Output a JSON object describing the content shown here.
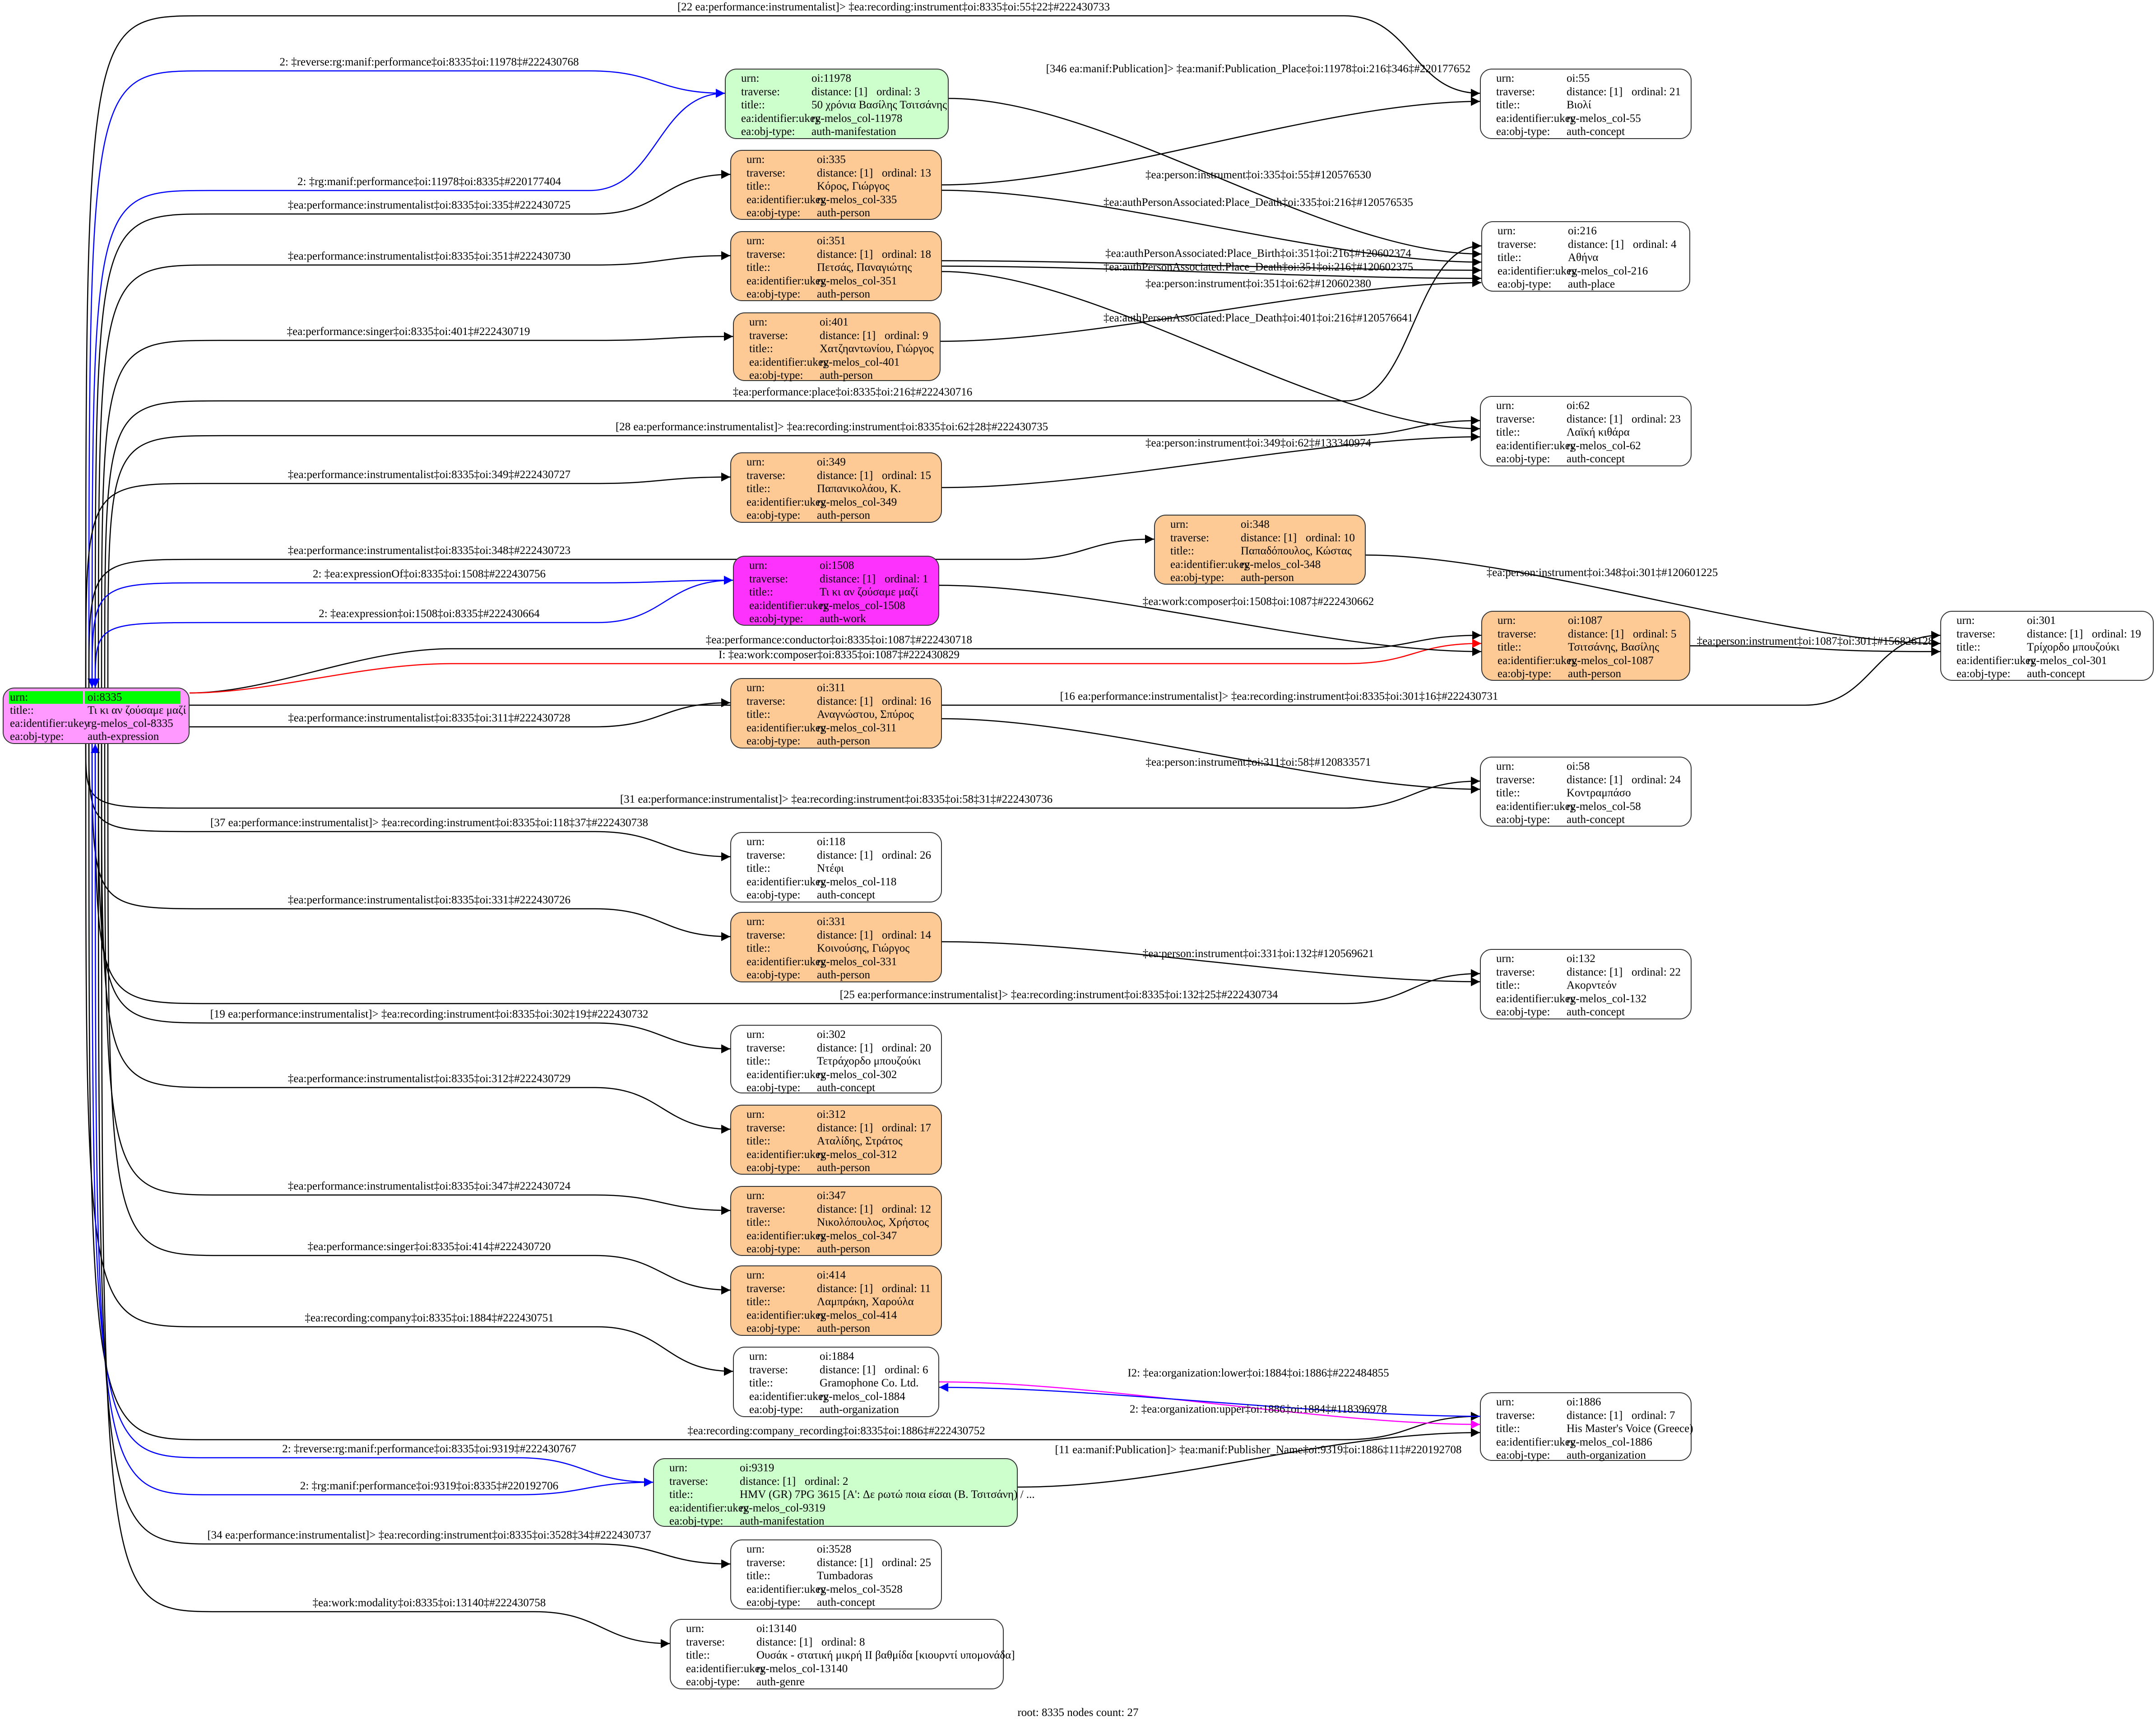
{
  "colors": {
    "person": "#fdca96",
    "manifestation": "#ccffcc",
    "work": "#fd33fd",
    "expression": "#ff99ff",
    "plain": "#ffffff",
    "root_urn_highlight": "#00ff00",
    "edge_black": "#000000",
    "edge_blue": "#0000ff",
    "edge_red": "#ff0000",
    "edge_magenta": "#ff00ff"
  },
  "field_labels": {
    "urn": "urn:",
    "traverse": "traverse:",
    "title": "title::",
    "ukey": "ea:identifier:ukey",
    "objtype": "ea:obj-type:"
  },
  "nodes": [
    {
      "id": "8335",
      "root": true,
      "kind": "expression",
      "urn": "oi:8335",
      "title": "Τι κι αν ζούσαμε μαζί",
      "ukey": "rg-melos_col-8335",
      "objtype": "auth-expression"
    },
    {
      "id": "11978",
      "kind": "manifestation",
      "urn": "oi:11978",
      "distance": "distance: [1]",
      "ordinal": "ordinal: 3",
      "title": "50 χρόνια Βασίλης Τσιτσάνης",
      "ukey": "rg-melos_col-11978",
      "objtype": "auth-manifestation"
    },
    {
      "id": "335",
      "kind": "person",
      "urn": "oi:335",
      "distance": "distance: [1]",
      "ordinal": "ordinal: 13",
      "title": "Κόρος, Γιώργος",
      "ukey": "rg-melos_col-335",
      "objtype": "auth-person"
    },
    {
      "id": "351",
      "kind": "person",
      "urn": "oi:351",
      "distance": "distance: [1]",
      "ordinal": "ordinal: 18",
      "title": "Πετσάς, Παναγιώτης",
      "ukey": "rg-melos_col-351",
      "objtype": "auth-person"
    },
    {
      "id": "401",
      "kind": "person",
      "urn": "oi:401",
      "distance": "distance: [1]",
      "ordinal": "ordinal: 9",
      "title": "Χατζηαντωνίου, Γιώργος",
      "ukey": "rg-melos_col-401",
      "objtype": "auth-person"
    },
    {
      "id": "349",
      "kind": "person",
      "urn": "oi:349",
      "distance": "distance: [1]",
      "ordinal": "ordinal: 15",
      "title": "Παπανικολάου, Κ.",
      "ukey": "rg-melos_col-349",
      "objtype": "auth-person"
    },
    {
      "id": "348",
      "kind": "person",
      "urn": "oi:348",
      "distance": "distance: [1]",
      "ordinal": "ordinal: 10",
      "title": "Παπαδόπουλος, Κώστας",
      "ukey": "rg-melos_col-348",
      "objtype": "auth-person"
    },
    {
      "id": "1508",
      "kind": "work",
      "urn": "oi:1508",
      "distance": "distance: [1]",
      "ordinal": "ordinal: 1",
      "title": "Τι κι αν ζούσαμε μαζί",
      "ukey": "rg-melos_col-1508",
      "objtype": "auth-work"
    },
    {
      "id": "311",
      "kind": "person",
      "urn": "oi:311",
      "distance": "distance: [1]",
      "ordinal": "ordinal: 16",
      "title": "Αναγνώστου, Σπύρος",
      "ukey": "rg-melos_col-311",
      "objtype": "auth-person"
    },
    {
      "id": "118",
      "kind": "plain",
      "urn": "oi:118",
      "distance": "distance: [1]",
      "ordinal": "ordinal: 26",
      "title": "Ντέφι",
      "ukey": "rg-melos_col-118",
      "objtype": "auth-concept"
    },
    {
      "id": "331",
      "kind": "person",
      "urn": "oi:331",
      "distance": "distance: [1]",
      "ordinal": "ordinal: 14",
      "title": "Κοινούσης, Γιώργος",
      "ukey": "rg-melos_col-331",
      "objtype": "auth-person"
    },
    {
      "id": "302",
      "kind": "plain",
      "urn": "oi:302",
      "distance": "distance: [1]",
      "ordinal": "ordinal: 20",
      "title": "Τετράχορδο μπουζούκι",
      "ukey": "rg-melos_col-302",
      "objtype": "auth-concept"
    },
    {
      "id": "312",
      "kind": "person",
      "urn": "oi:312",
      "distance": "distance: [1]",
      "ordinal": "ordinal: 17",
      "title": "Αταλίδης, Στράτος",
      "ukey": "rg-melos_col-312",
      "objtype": "auth-person"
    },
    {
      "id": "347",
      "kind": "person",
      "urn": "oi:347",
      "distance": "distance: [1]",
      "ordinal": "ordinal: 12",
      "title": "Νικολόπουλος, Χρήστος",
      "ukey": "rg-melos_col-347",
      "objtype": "auth-person"
    },
    {
      "id": "414",
      "kind": "person",
      "urn": "oi:414",
      "distance": "distance: [1]",
      "ordinal": "ordinal: 11",
      "title": "Λαμπράκη, Χαρούλα",
      "ukey": "rg-melos_col-414",
      "objtype": "auth-person"
    },
    {
      "id": "1884",
      "kind": "plain",
      "urn": "oi:1884",
      "distance": "distance: [1]",
      "ordinal": "ordinal: 6",
      "title": "Gramophone Co. Ltd.",
      "ukey": "rg-melos_col-1884",
      "objtype": "auth-organization"
    },
    {
      "id": "9319",
      "kind": "manifestation",
      "urn": "oi:9319",
      "distance": "distance: [1]",
      "ordinal": "ordinal: 2",
      "title": "HMV (GR) 7PG 3615 [A': Δε ρωτώ ποια είσαι (Β. Τσιτσάνη) / ...",
      "ukey": "rg-melos_col-9319",
      "objtype": "auth-manifestation"
    },
    {
      "id": "3528",
      "kind": "plain",
      "urn": "oi:3528",
      "distance": "distance: [1]",
      "ordinal": "ordinal: 25",
      "title": "Tumbadoras",
      "ukey": "rg-melos_col-3528",
      "objtype": "auth-concept"
    },
    {
      "id": "13140",
      "kind": "plain",
      "urn": "oi:13140",
      "distance": "distance: [1]",
      "ordinal": "ordinal: 8",
      "title": "Ουσάκ - στατική μικρή ΙΙ βαθμίδα [κιουρντί υπομονάδα]",
      "ukey": "rg-melos_col-13140",
      "objtype": "auth-genre"
    },
    {
      "id": "55",
      "kind": "plain",
      "urn": "oi:55",
      "distance": "distance: [1]",
      "ordinal": "ordinal: 21",
      "title": "Βιολί",
      "ukey": "rg-melos_col-55",
      "objtype": "auth-concept"
    },
    {
      "id": "216",
      "kind": "plain",
      "urn": "oi:216",
      "distance": "distance: [1]",
      "ordinal": "ordinal: 4",
      "title": "Αθήνα",
      "ukey": "rg-melos_col-216",
      "objtype": "auth-place"
    },
    {
      "id": "62",
      "kind": "plain",
      "urn": "oi:62",
      "distance": "distance: [1]",
      "ordinal": "ordinal: 23",
      "title": "Λαϊκή κιθάρα",
      "ukey": "rg-melos_col-62",
      "objtype": "auth-concept"
    },
    {
      "id": "1087",
      "kind": "person",
      "urn": "oi:1087",
      "distance": "distance: [1]",
      "ordinal": "ordinal: 5",
      "title": "Τσιτσάνης, Βασίλης",
      "ukey": "rg-melos_col-1087",
      "objtype": "auth-person"
    },
    {
      "id": "301",
      "kind": "plain",
      "urn": "oi:301",
      "distance": "distance: [1]",
      "ordinal": "ordinal: 19",
      "title": "Τρίχορδο μπουζούκι",
      "ukey": "rg-melos_col-301",
      "objtype": "auth-concept"
    },
    {
      "id": "58",
      "kind": "plain",
      "urn": "oi:58",
      "distance": "distance: [1]",
      "ordinal": "ordinal: 24",
      "title": "Κοντραμπάσο",
      "ukey": "rg-melos_col-58",
      "objtype": "auth-concept"
    },
    {
      "id": "132",
      "kind": "plain",
      "urn": "oi:132",
      "distance": "distance: [1]",
      "ordinal": "ordinal: 22",
      "title": "Ακορντεόν",
      "ukey": "rg-melos_col-132",
      "objtype": "auth-concept"
    },
    {
      "id": "1886",
      "kind": "plain",
      "urn": "oi:1886",
      "distance": "distance: [1]",
      "ordinal": "ordinal: 7",
      "title": "His Master's Voice (Greece)",
      "ukey": "rg-melos_col-1886",
      "objtype": "auth-organization"
    }
  ],
  "edges": [
    {
      "from": "8335",
      "to": "55",
      "color": "black",
      "label": "[22 ea:performance:instrumentalist]> ‡ea:recording:instrument‡oi:8335‡oi:55‡22‡#222430733"
    },
    {
      "from": "8335",
      "to": "11978",
      "color": "blue",
      "label": "2: ‡reverse:rg:manif:performance‡oi:8335‡oi:11978‡#222430768"
    },
    {
      "from": "11978",
      "to": "8335",
      "color": "blue",
      "label": "2: ‡rg:manif:performance‡oi:11978‡oi:8335‡#220177404"
    },
    {
      "from": "8335",
      "to": "335",
      "color": "black",
      "label": "‡ea:performance:instrumentalist‡oi:8335‡oi:335‡#222430725"
    },
    {
      "from": "8335",
      "to": "351",
      "color": "black",
      "label": "‡ea:performance:instrumentalist‡oi:8335‡oi:351‡#222430730"
    },
    {
      "from": "8335",
      "to": "401",
      "color": "black",
      "label": "‡ea:performance:singer‡oi:8335‡oi:401‡#222430719"
    },
    {
      "from": "8335",
      "to": "216",
      "color": "black",
      "label": "‡ea:performance:place‡oi:8335‡oi:216‡#222430716"
    },
    {
      "from": "8335",
      "to": "62",
      "color": "black",
      "label": "[28 ea:performance:instrumentalist]> ‡ea:recording:instrument‡oi:8335‡oi:62‡28‡#222430735"
    },
    {
      "from": "8335",
      "to": "349",
      "color": "black",
      "label": "‡ea:performance:instrumentalist‡oi:8335‡oi:349‡#222430727"
    },
    {
      "from": "8335",
      "to": "348",
      "color": "black",
      "label": "‡ea:performance:instrumentalist‡oi:8335‡oi:348‡#222430723"
    },
    {
      "from": "8335",
      "to": "1508",
      "color": "blue",
      "label": "2: ‡ea:expressionOf‡oi:8335‡oi:1508‡#222430756"
    },
    {
      "from": "1508",
      "to": "8335",
      "color": "blue",
      "label": "2: ‡ea:expression‡oi:1508‡oi:8335‡#222430664"
    },
    {
      "from": "8335",
      "to": "1087",
      "color": "black",
      "label": "‡ea:performance:conductor‡oi:8335‡oi:1087‡#222430718"
    },
    {
      "from": "8335",
      "to": "1087",
      "color": "red",
      "label": "I: ‡ea:work:composer‡oi:8335‡oi:1087‡#222430829"
    },
    {
      "from": "8335",
      "to": "301",
      "color": "black",
      "label": "[16 ea:performance:instrumentalist]> ‡ea:recording:instrument‡oi:8335‡oi:301‡16‡#222430731"
    },
    {
      "from": "8335",
      "to": "311",
      "color": "black",
      "label": "‡ea:performance:instrumentalist‡oi:8335‡oi:311‡#222430728"
    },
    {
      "from": "8335",
      "to": "58",
      "color": "black",
      "label": "[31 ea:performance:instrumentalist]> ‡ea:recording:instrument‡oi:8335‡oi:58‡31‡#222430736"
    },
    {
      "from": "8335",
      "to": "118",
      "color": "black",
      "label": "[37 ea:performance:instrumentalist]> ‡ea:recording:instrument‡oi:8335‡oi:118‡37‡#222430738"
    },
    {
      "from": "8335",
      "to": "331",
      "color": "black",
      "label": "‡ea:performance:instrumentalist‡oi:8335‡oi:331‡#222430726"
    },
    {
      "from": "8335",
      "to": "132",
      "color": "black",
      "label": "[25 ea:performance:instrumentalist]> ‡ea:recording:instrument‡oi:8335‡oi:132‡25‡#222430734"
    },
    {
      "from": "8335",
      "to": "302",
      "color": "black",
      "label": "[19 ea:performance:instrumentalist]> ‡ea:recording:instrument‡oi:8335‡oi:302‡19‡#222430732"
    },
    {
      "from": "8335",
      "to": "312",
      "color": "black",
      "label": "‡ea:performance:instrumentalist‡oi:8335‡oi:312‡#222430729"
    },
    {
      "from": "8335",
      "to": "347",
      "color": "black",
      "label": "‡ea:performance:instrumentalist‡oi:8335‡oi:347‡#222430724"
    },
    {
      "from": "8335",
      "to": "414",
      "color": "black",
      "label": "‡ea:performance:singer‡oi:8335‡oi:414‡#222430720"
    },
    {
      "from": "8335",
      "to": "1884",
      "color": "black",
      "label": "‡ea:recording:company‡oi:8335‡oi:1884‡#222430751"
    },
    {
      "from": "8335",
      "to": "1886",
      "color": "black",
      "label": "‡ea:recording:company_recording‡oi:8335‡oi:1886‡#222430752"
    },
    {
      "from": "8335",
      "to": "9319",
      "color": "blue",
      "label": "2: ‡reverse:rg:manif:performance‡oi:8335‡oi:9319‡#222430767"
    },
    {
      "from": "9319",
      "to": "8335",
      "color": "blue",
      "label": "2: ‡rg:manif:performance‡oi:9319‡oi:8335‡#220192706"
    },
    {
      "from": "8335",
      "to": "3528",
      "color": "black",
      "label": "[34 ea:performance:instrumentalist]> ‡ea:recording:instrument‡oi:8335‡oi:3528‡34‡#222430737"
    },
    {
      "from": "8335",
      "to": "13140",
      "color": "black",
      "label": "‡ea:work:modality‡oi:8335‡oi:13140‡#222430758"
    },
    {
      "from": "11978",
      "to": "216",
      "color": "black",
      "label": "[346 ea:manif:Publication]> ‡ea:manif:Publication_Place‡oi:11978‡oi:216‡346‡#220177652"
    },
    {
      "from": "335",
      "to": "55",
      "color": "black",
      "label": "‡ea:person:instrument‡oi:335‡oi:55‡#120576530"
    },
    {
      "from": "335",
      "to": "216",
      "color": "black",
      "label": "‡ea:authPersonAssociated:Place_Death‡oi:335‡oi:216‡#120576535"
    },
    {
      "from": "351",
      "to": "216",
      "color": "black",
      "label": "‡ea:authPersonAssociated:Place_Birth‡oi:351‡oi:216‡#120602374"
    },
    {
      "from": "351",
      "to": "216",
      "color": "black",
      "label": "‡ea:authPersonAssociated:Place_Death‡oi:351‡oi:216‡#120602375"
    },
    {
      "from": "351",
      "to": "62",
      "color": "black",
      "label": "‡ea:person:instrument‡oi:351‡oi:62‡#120602380"
    },
    {
      "from": "401",
      "to": "216",
      "color": "black",
      "label": "‡ea:authPersonAssociated:Place_Death‡oi:401‡oi:216‡#120576641"
    },
    {
      "from": "349",
      "to": "62",
      "color": "black",
      "label": "‡ea:person:instrument‡oi:349‡oi:62‡#133340974"
    },
    {
      "from": "348",
      "to": "301",
      "color": "black",
      "label": "‡ea:person:instrument‡oi:348‡oi:301‡#120601225"
    },
    {
      "from": "1508",
      "to": "1087",
      "color": "black",
      "label": "‡ea:work:composer‡oi:1508‡oi:1087‡#222430662"
    },
    {
      "from": "1087",
      "to": "301",
      "color": "black",
      "label": "‡ea:person:instrument‡oi:1087‡oi:301‡#156826128"
    },
    {
      "from": "311",
      "to": "58",
      "color": "black",
      "label": "‡ea:person:instrument‡oi:311‡oi:58‡#120833571"
    },
    {
      "from": "331",
      "to": "132",
      "color": "black",
      "label": "‡ea:person:instrument‡oi:331‡oi:132‡#120569621"
    },
    {
      "from": "1884",
      "to": "1886",
      "color": "magenta",
      "label": "I2: ‡ea:organization:lower‡oi:1884‡oi:1886‡#222484855"
    },
    {
      "from": "1886",
      "to": "1884",
      "color": "blue",
      "label": "2: ‡ea:organization:upper‡oi:1886‡oi:1884‡#118396978"
    },
    {
      "from": "9319",
      "to": "1886",
      "color": "black",
      "label": "[11 ea:manif:Publication]> ‡ea:manif:Publisher_Name‡oi:9319‡oi:1886‡11‡#220192708"
    }
  ],
  "footer": "root: 8335 nodes count: 27"
}
